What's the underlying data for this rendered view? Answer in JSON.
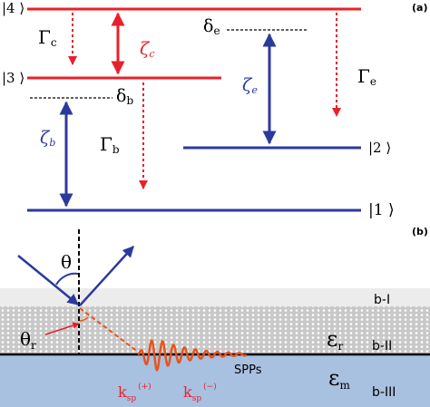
{
  "panel_a": {
    "label": "(a)",
    "states": {
      "s4": "|4 ⟩",
      "s3": "|3 ⟩",
      "s2": "|2 ⟩",
      "s1": "|1 ⟩"
    },
    "symbols": {
      "gamma_c": "Γ",
      "gamma_c_sub": "c",
      "zeta_c": "ζ",
      "zeta_c_sub": "c",
      "delta_b": "δ",
      "delta_b_sub": "b",
      "zeta_b": "ζ",
      "zeta_b_sub": "b",
      "gamma_b": "Γ",
      "gamma_b_sub": "b",
      "delta_e": "δ",
      "delta_e_sub": "e",
      "zeta_e": "ζ",
      "zeta_e_sub": "e",
      "gamma_e": "Γ",
      "gamma_e_sub": "e"
    }
  },
  "panel_b": {
    "label": "(b)",
    "theta": "θ",
    "theta_r": "θ",
    "theta_r_sub": "r",
    "layers": {
      "b1": "b-I",
      "b2": "b-II",
      "b3": "b-III"
    },
    "eps_r": "ε",
    "eps_r_sub": "r",
    "eps_m": "ε",
    "eps_m_sub": "m",
    "spps": "SPPs",
    "ksp_plus": "k",
    "ksp_plus_sub": "sp",
    "ksp_plus_sup": "(+)",
    "ksp_minus": "k",
    "ksp_minus_sub": "sp",
    "ksp_minus_sup": "(−)"
  },
  "colors": {
    "red": "#e8202a",
    "blue": "#2a3a9c",
    "orange": "#e8531e",
    "layer_top": "#ececec",
    "layer_mid": "#c8c8c8",
    "layer_bottom": "#a9c1e0"
  }
}
